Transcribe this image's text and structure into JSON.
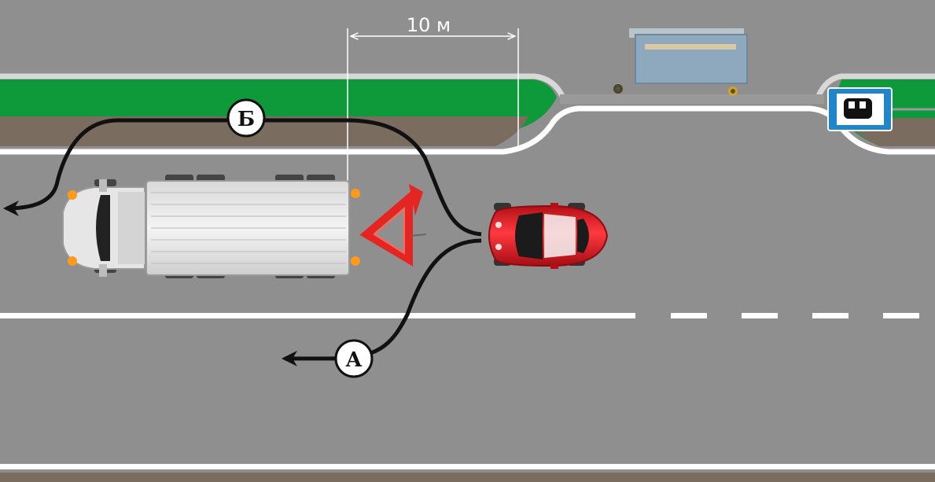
{
  "dimension": {
    "label": "10 м"
  },
  "routes": [
    {
      "id": "A",
      "label": "А"
    },
    {
      "id": "B",
      "label": "Б"
    }
  ],
  "colors": {
    "road": "#8f8f8f",
    "grass": "#0e9a3b",
    "soil": "#7a6c5e",
    "marking": "#ffffff",
    "car": "#e11822",
    "truck_cab": "#e6e6e6",
    "triangle": "#e52521",
    "sign": "#1f86c9",
    "route_line": "#111111"
  },
  "icons": {
    "sign": "bus-stop-sign-icon",
    "triangle": "warning-triangle-icon"
  }
}
